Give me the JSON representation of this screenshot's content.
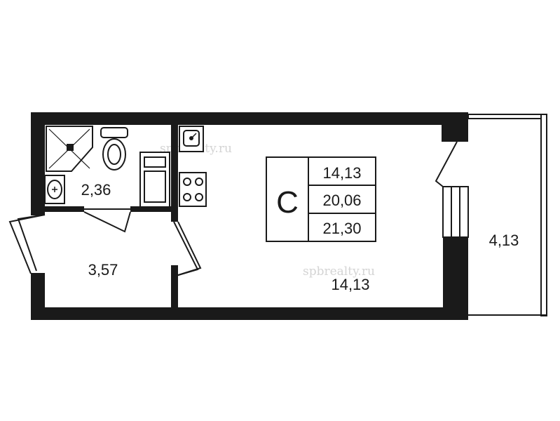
{
  "plan": {
    "rooms": [
      {
        "id": "bathroom",
        "area": "2,36"
      },
      {
        "id": "hall",
        "area": "3,57"
      },
      {
        "id": "studio",
        "area": "14,13"
      },
      {
        "id": "balcony",
        "area": "4,13"
      }
    ],
    "summary": {
      "type_letter": "С",
      "living_area": "14,13",
      "total_area": "20,06",
      "total_with_balcony": "21,30"
    },
    "watermark": "spbrealty.ru",
    "colors": {
      "wall": "#1a1a1a",
      "line": "#1a1a1a",
      "background": "#ffffff"
    }
  }
}
